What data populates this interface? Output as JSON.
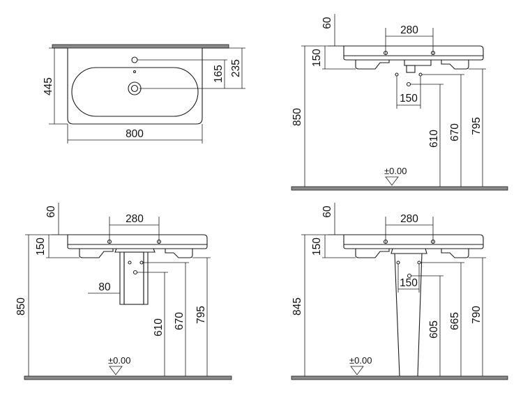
{
  "views": {
    "top": {
      "d_width": "800",
      "d_depth": "445",
      "d_outer": "235",
      "d_inner": "165"
    },
    "side_wall": {
      "d_top": "60",
      "d_holes": "280",
      "d_thick": "150",
      "d_waste": "150",
      "d_total": "850",
      "d_h795": "795",
      "d_h670": "670",
      "d_h610": "610",
      "level": "±0.00"
    },
    "side_half_pedestal": {
      "d_top": "60",
      "d_holes": "280",
      "d_thick": "150",
      "d_ped": "80",
      "d_total": "850",
      "d_h795": "795",
      "d_h670": "670",
      "d_h610": "610",
      "level": "±0.00"
    },
    "side_full_pedestal": {
      "d_top": "60",
      "d_holes": "280",
      "d_thick": "150",
      "d_waste": "150",
      "d_total": "845",
      "d_h790": "790",
      "d_h665": "665",
      "d_h605": "605",
      "level": "±0.00"
    }
  }
}
